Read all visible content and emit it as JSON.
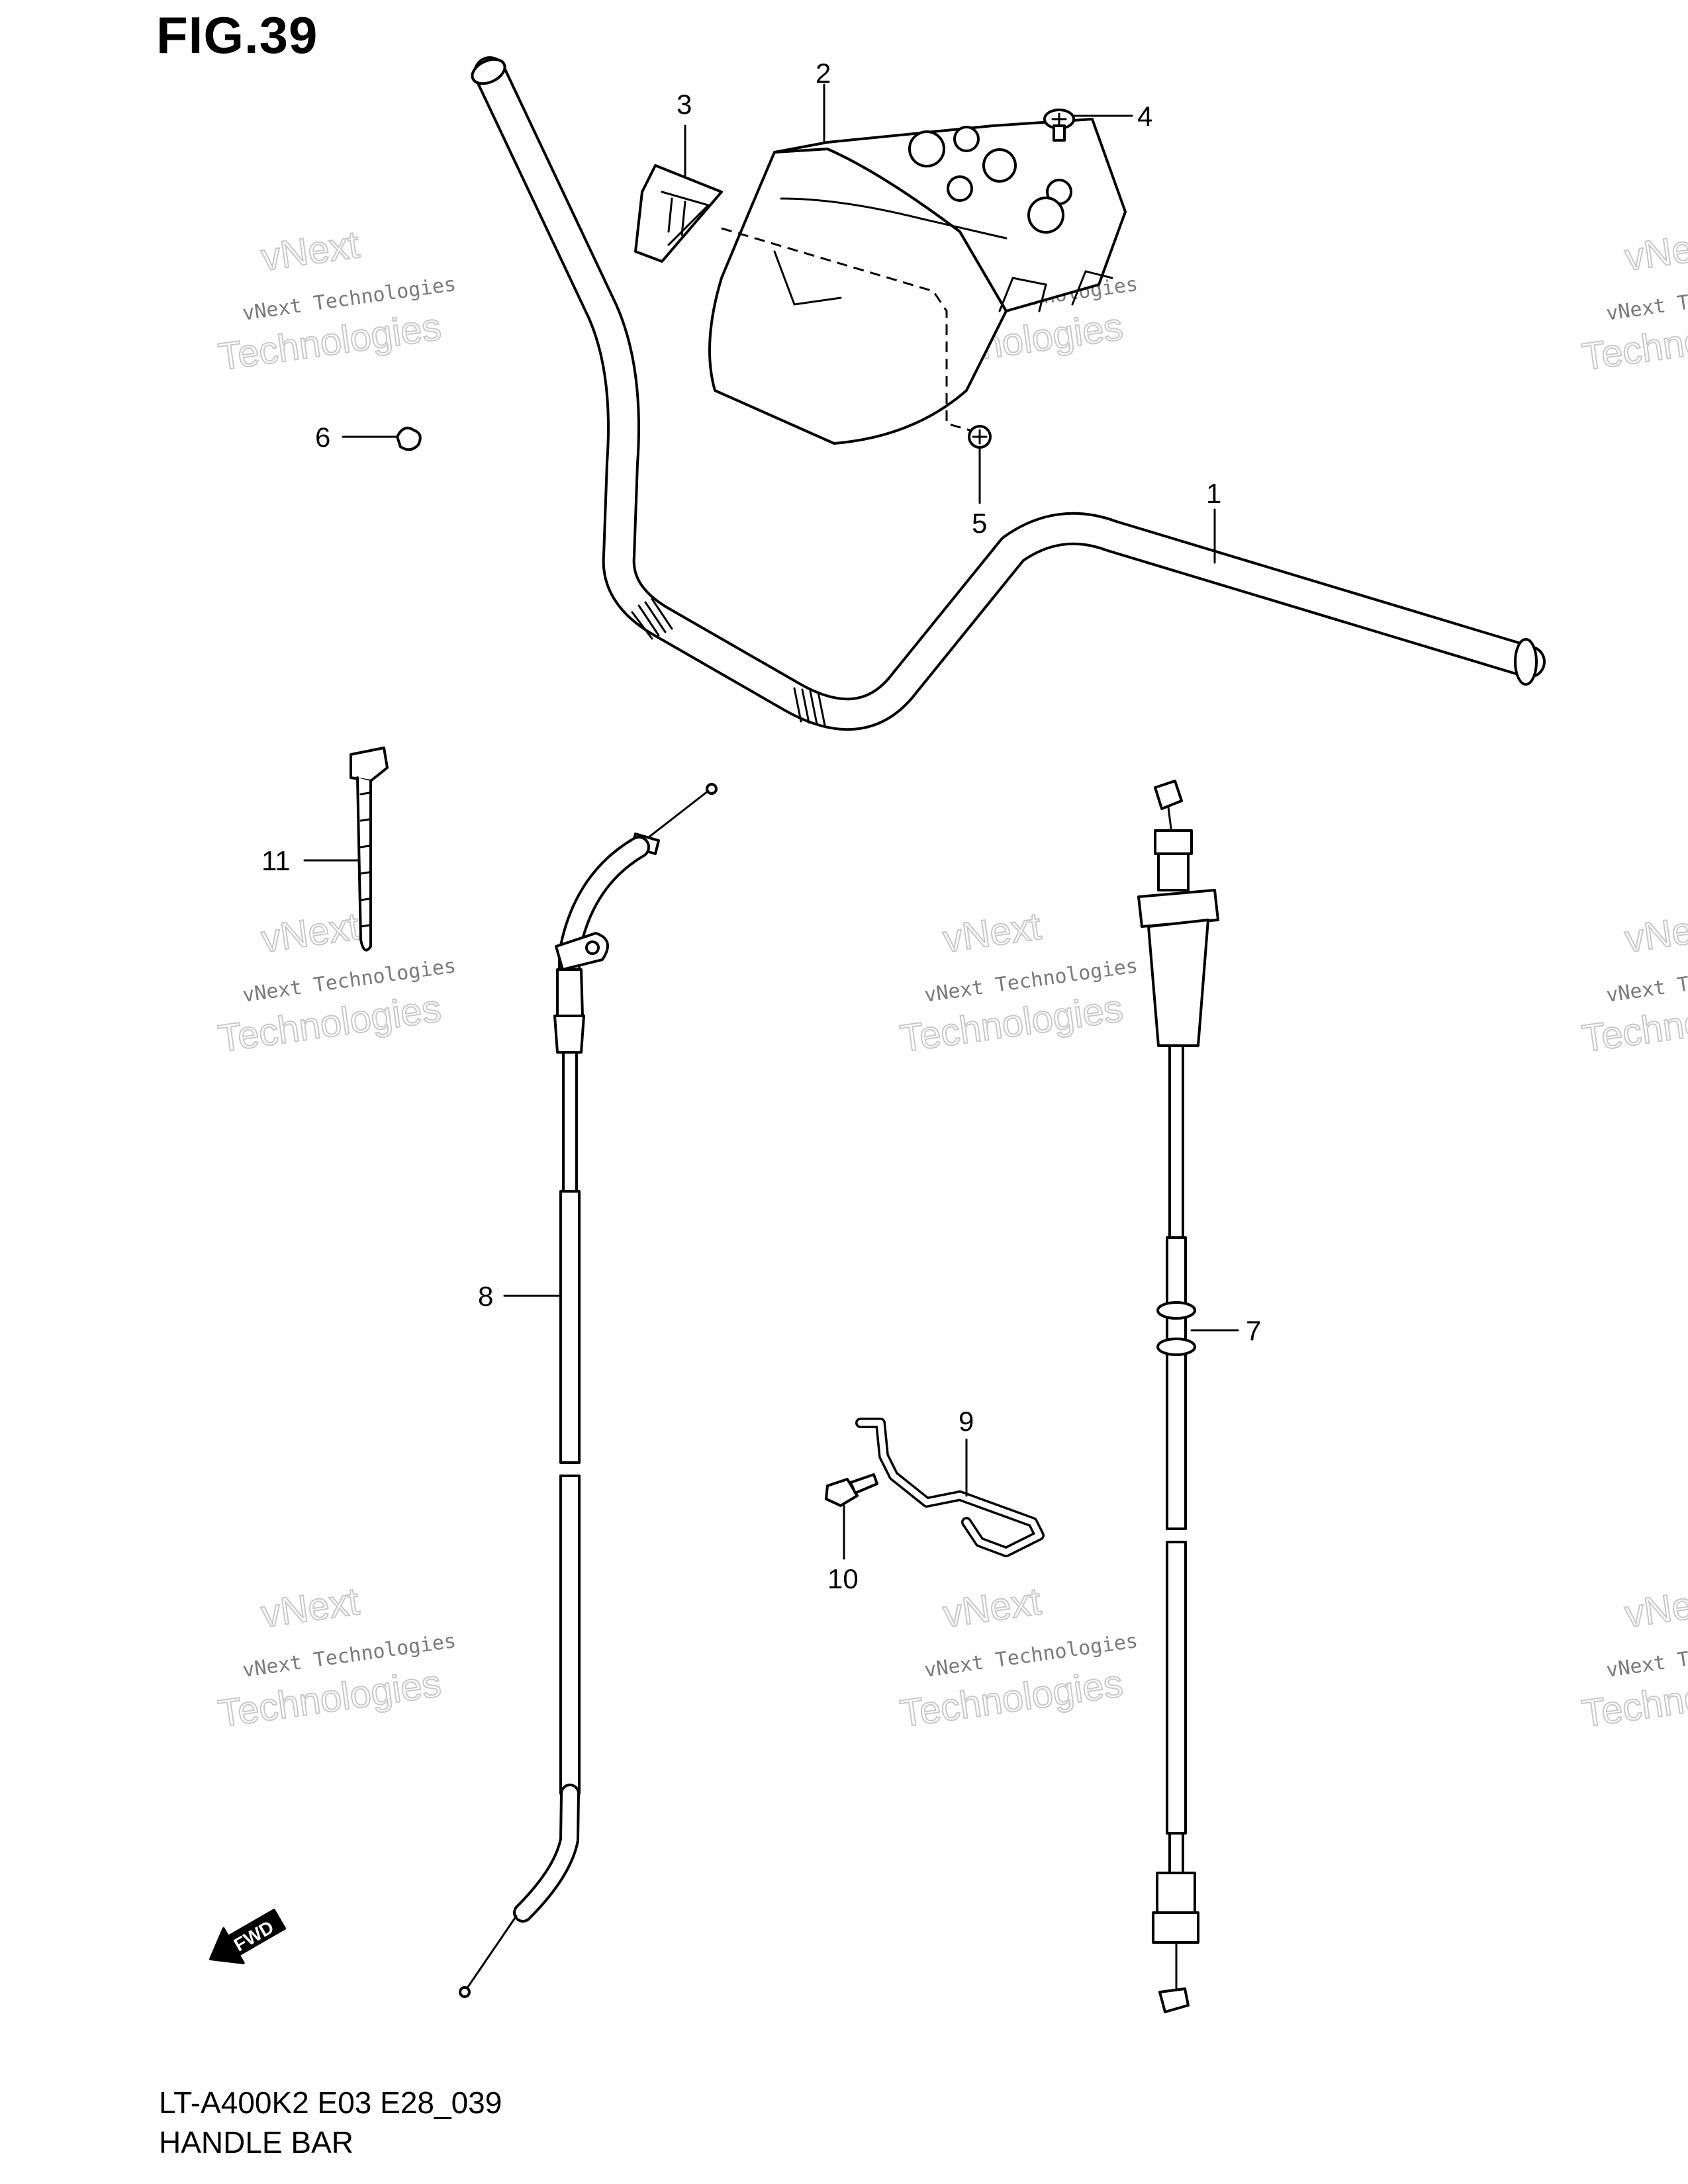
{
  "figure": {
    "title": "FIG.39",
    "model_code": "LT-A400K2 E03 E28_039",
    "name": "HANDLE BAR"
  },
  "callouts": [
    {
      "label": "1",
      "part": "handlebar"
    },
    {
      "label": "2",
      "part": "handlebar-cover"
    },
    {
      "label": "3",
      "part": "emblem"
    },
    {
      "label": "4",
      "part": "screw"
    },
    {
      "label": "5",
      "part": "nut"
    },
    {
      "label": "6",
      "part": "cushion"
    },
    {
      "label": "7",
      "part": "cable"
    },
    {
      "label": "8",
      "part": "cable"
    },
    {
      "label": "9",
      "part": "cable-guide"
    },
    {
      "label": "10",
      "part": "bolt"
    },
    {
      "label": "11",
      "part": "clamp"
    }
  ],
  "direction_marker": "FWD",
  "watermark": {
    "line1": "vNext Technologies",
    "line2": "vNext",
    "line3": "Technologies"
  },
  "colors": {
    "ink": "#000000",
    "paper": "#ffffff",
    "watermark_text": "#7a7a7a",
    "watermark_outline": "#c8c8c8"
  }
}
